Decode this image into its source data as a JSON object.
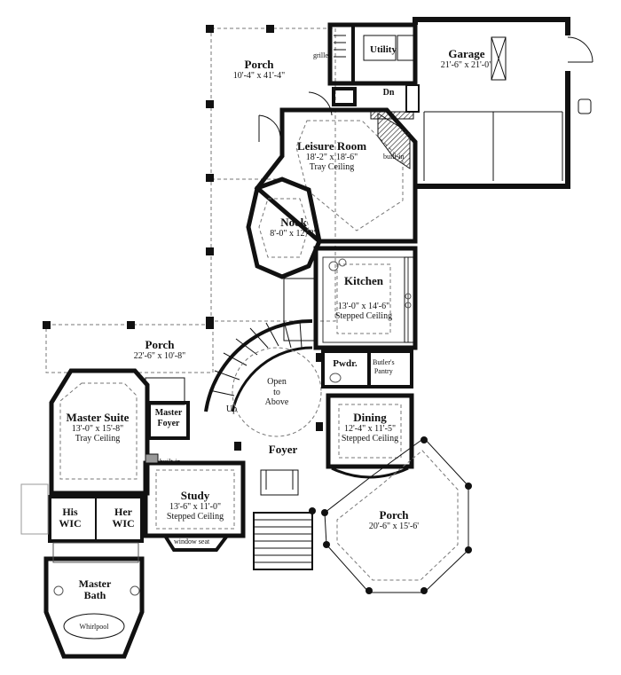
{
  "rooms": {
    "porch_top": {
      "name": "Porch",
      "dims": "10'-4\" x 41'-4\""
    },
    "utility": {
      "name": "Utility"
    },
    "garage": {
      "name": "Garage",
      "dims": "21'-6\" x 21'-0\""
    },
    "leisure": {
      "name": "Leisure Room",
      "dims": "18'-2\" x 18'-6\"",
      "extra": "Tray Ceiling"
    },
    "nook": {
      "name": "Nook",
      "dims": "8'-0\" x 12'-8\""
    },
    "kitchen": {
      "name": "Kitchen",
      "dims": "13'-0\" x 14'-6\"",
      "extra": "Stepped Ceiling"
    },
    "porch_left": {
      "name": "Porch",
      "dims": "22'-6\" x 10'-8\""
    },
    "pwdr": {
      "name": "Pwdr."
    },
    "butlers": {
      "name": "Butler's",
      "extra": "Pantry"
    },
    "master_suite": {
      "name": "Master Suite",
      "dims": "13'-0\" x 15'-8\"",
      "extra": "Tray Ceiling"
    },
    "master_foyer": {
      "name": "Master",
      "extra": "Foyer"
    },
    "open_above": {
      "line1": "Open",
      "line2": "to",
      "line3": "Above"
    },
    "dining": {
      "name": "Dining",
      "dims": "12'-4\" x 11'-5\"",
      "extra": "Stepped Ceiling"
    },
    "foyer": {
      "name": "Foyer"
    },
    "study": {
      "name": "Study",
      "dims": "13'-6\" x 11'-0\"",
      "extra": "Stepped Ceiling"
    },
    "his_wic": {
      "name": "His",
      "extra": "WIC"
    },
    "her_wic": {
      "name": "Her",
      "extra": "WIC"
    },
    "porch_right": {
      "name": "Porch",
      "dims": "20'-6\" x 15'-6'"
    },
    "master_bath": {
      "name": "Master",
      "extra": "Bath"
    }
  },
  "notes": {
    "grille": "grille",
    "dn": "Dn",
    "builtin_1": "built-in",
    "builtin_2": "built-in",
    "up": "Up",
    "window_seat": "window seat",
    "whirlpool": "Whirlpool"
  },
  "colors": {
    "wall": "#111111",
    "thin": "#333333",
    "dashed": "#777777",
    "fixture": "#555555"
  }
}
